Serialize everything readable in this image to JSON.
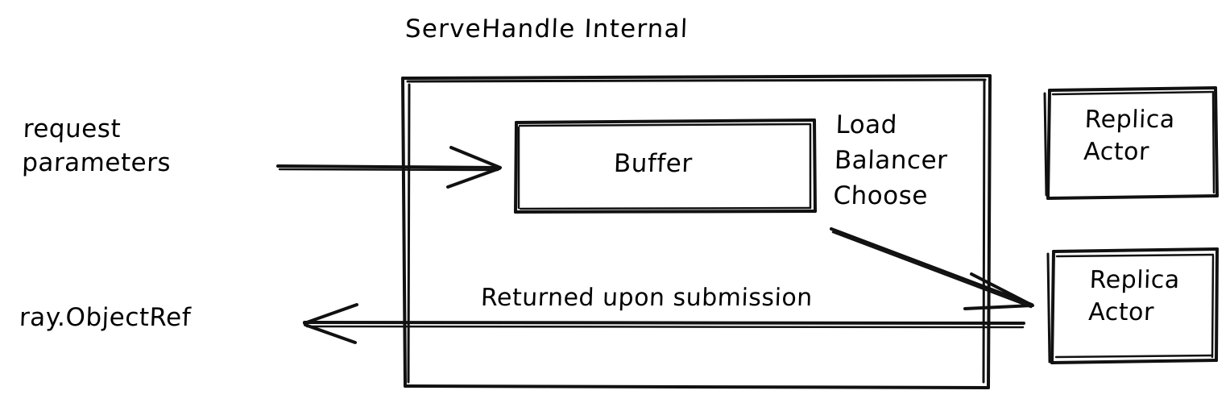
{
  "diagram": {
    "title": "ServeHandle Internal",
    "background_color": "#ffffff",
    "stroke_color": "#000000",
    "style": "hand-drawn"
  },
  "labels": {
    "request_parameters_line1": "request",
    "request_parameters_line2": "parameters",
    "object_ref": "ray.ObjectRef",
    "returned_note": "Returned upon submission"
  },
  "container": {
    "name": "ServeHandle Internal",
    "load_balancer_line1": "Load",
    "load_balancer_line2": "Balancer",
    "load_balancer_line3": "Choose"
  },
  "boxes": {
    "buffer": {
      "label": "Buffer"
    },
    "replica_1": {
      "line1": "Replica",
      "line2": "Actor"
    },
    "replica_2": {
      "line1": "Replica",
      "line2": "Actor"
    }
  },
  "arrows": {
    "input_arrow": "request parameters into Buffer",
    "dispatch_arrow": "Load Balancer Choose to Replica Actor",
    "return_arrow": "ray.ObjectRef returned upon submission"
  }
}
